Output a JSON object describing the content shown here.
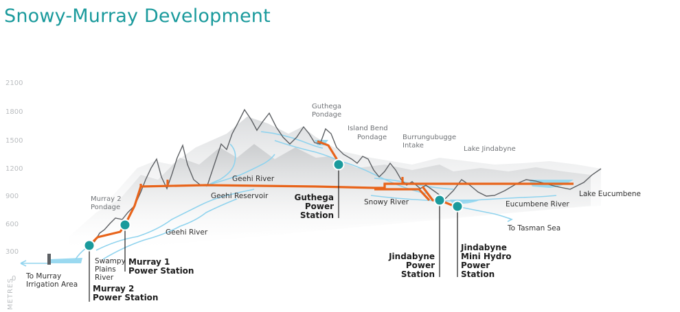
{
  "title": "Snowy-Murray Development",
  "axis": {
    "unit": "METRES",
    "ticks": [
      "2100",
      "1800",
      "1500",
      "1200",
      "900",
      "600",
      "300",
      "0"
    ]
  },
  "labels": {
    "murray2_pondage": [
      "Murray 2",
      "Pondage"
    ],
    "guthega_pondage": [
      "Guthega",
      "Pondage"
    ],
    "island_bend": [
      "Island Bend",
      "Pondage"
    ],
    "burrungubugge": [
      "Burrungubugge",
      "Intake"
    ],
    "lake_jindabyne": "Lake Jindabyne",
    "geehi_river_top": "Geehi River",
    "geehi_reservoir": "Geehi Reservoir",
    "geehi_river_bottom": "Geehi River",
    "lake_eucumbene": "Lake Eucumbene",
    "snowy_river": "Snowy River",
    "eucumbene_river": "Eucumbene River",
    "tasman": "To Tasman Sea",
    "murray_irrigation": [
      "To Murray",
      "Irrigation Area"
    ],
    "swampy_plains": [
      "Swampy",
      "Plains",
      "River"
    ]
  },
  "stations": {
    "murray1": [
      "Murray 1",
      "Power Station"
    ],
    "murray2": [
      "Murray 2",
      "Power Station"
    ],
    "guthega": [
      "Guthega",
      "Power",
      "Station"
    ],
    "jindabyne": [
      "Jindabyne",
      "Power",
      "Station"
    ],
    "jindabyne_mini": [
      "Jindabyne",
      "Mini Hydro",
      "Power",
      "Station"
    ]
  },
  "colors": {
    "title": "#1a9a9c",
    "pipeline": "#e8641b",
    "station": "#1a9a9c",
    "water": "#8fd3ee",
    "ridge": "#5c5f63"
  }
}
